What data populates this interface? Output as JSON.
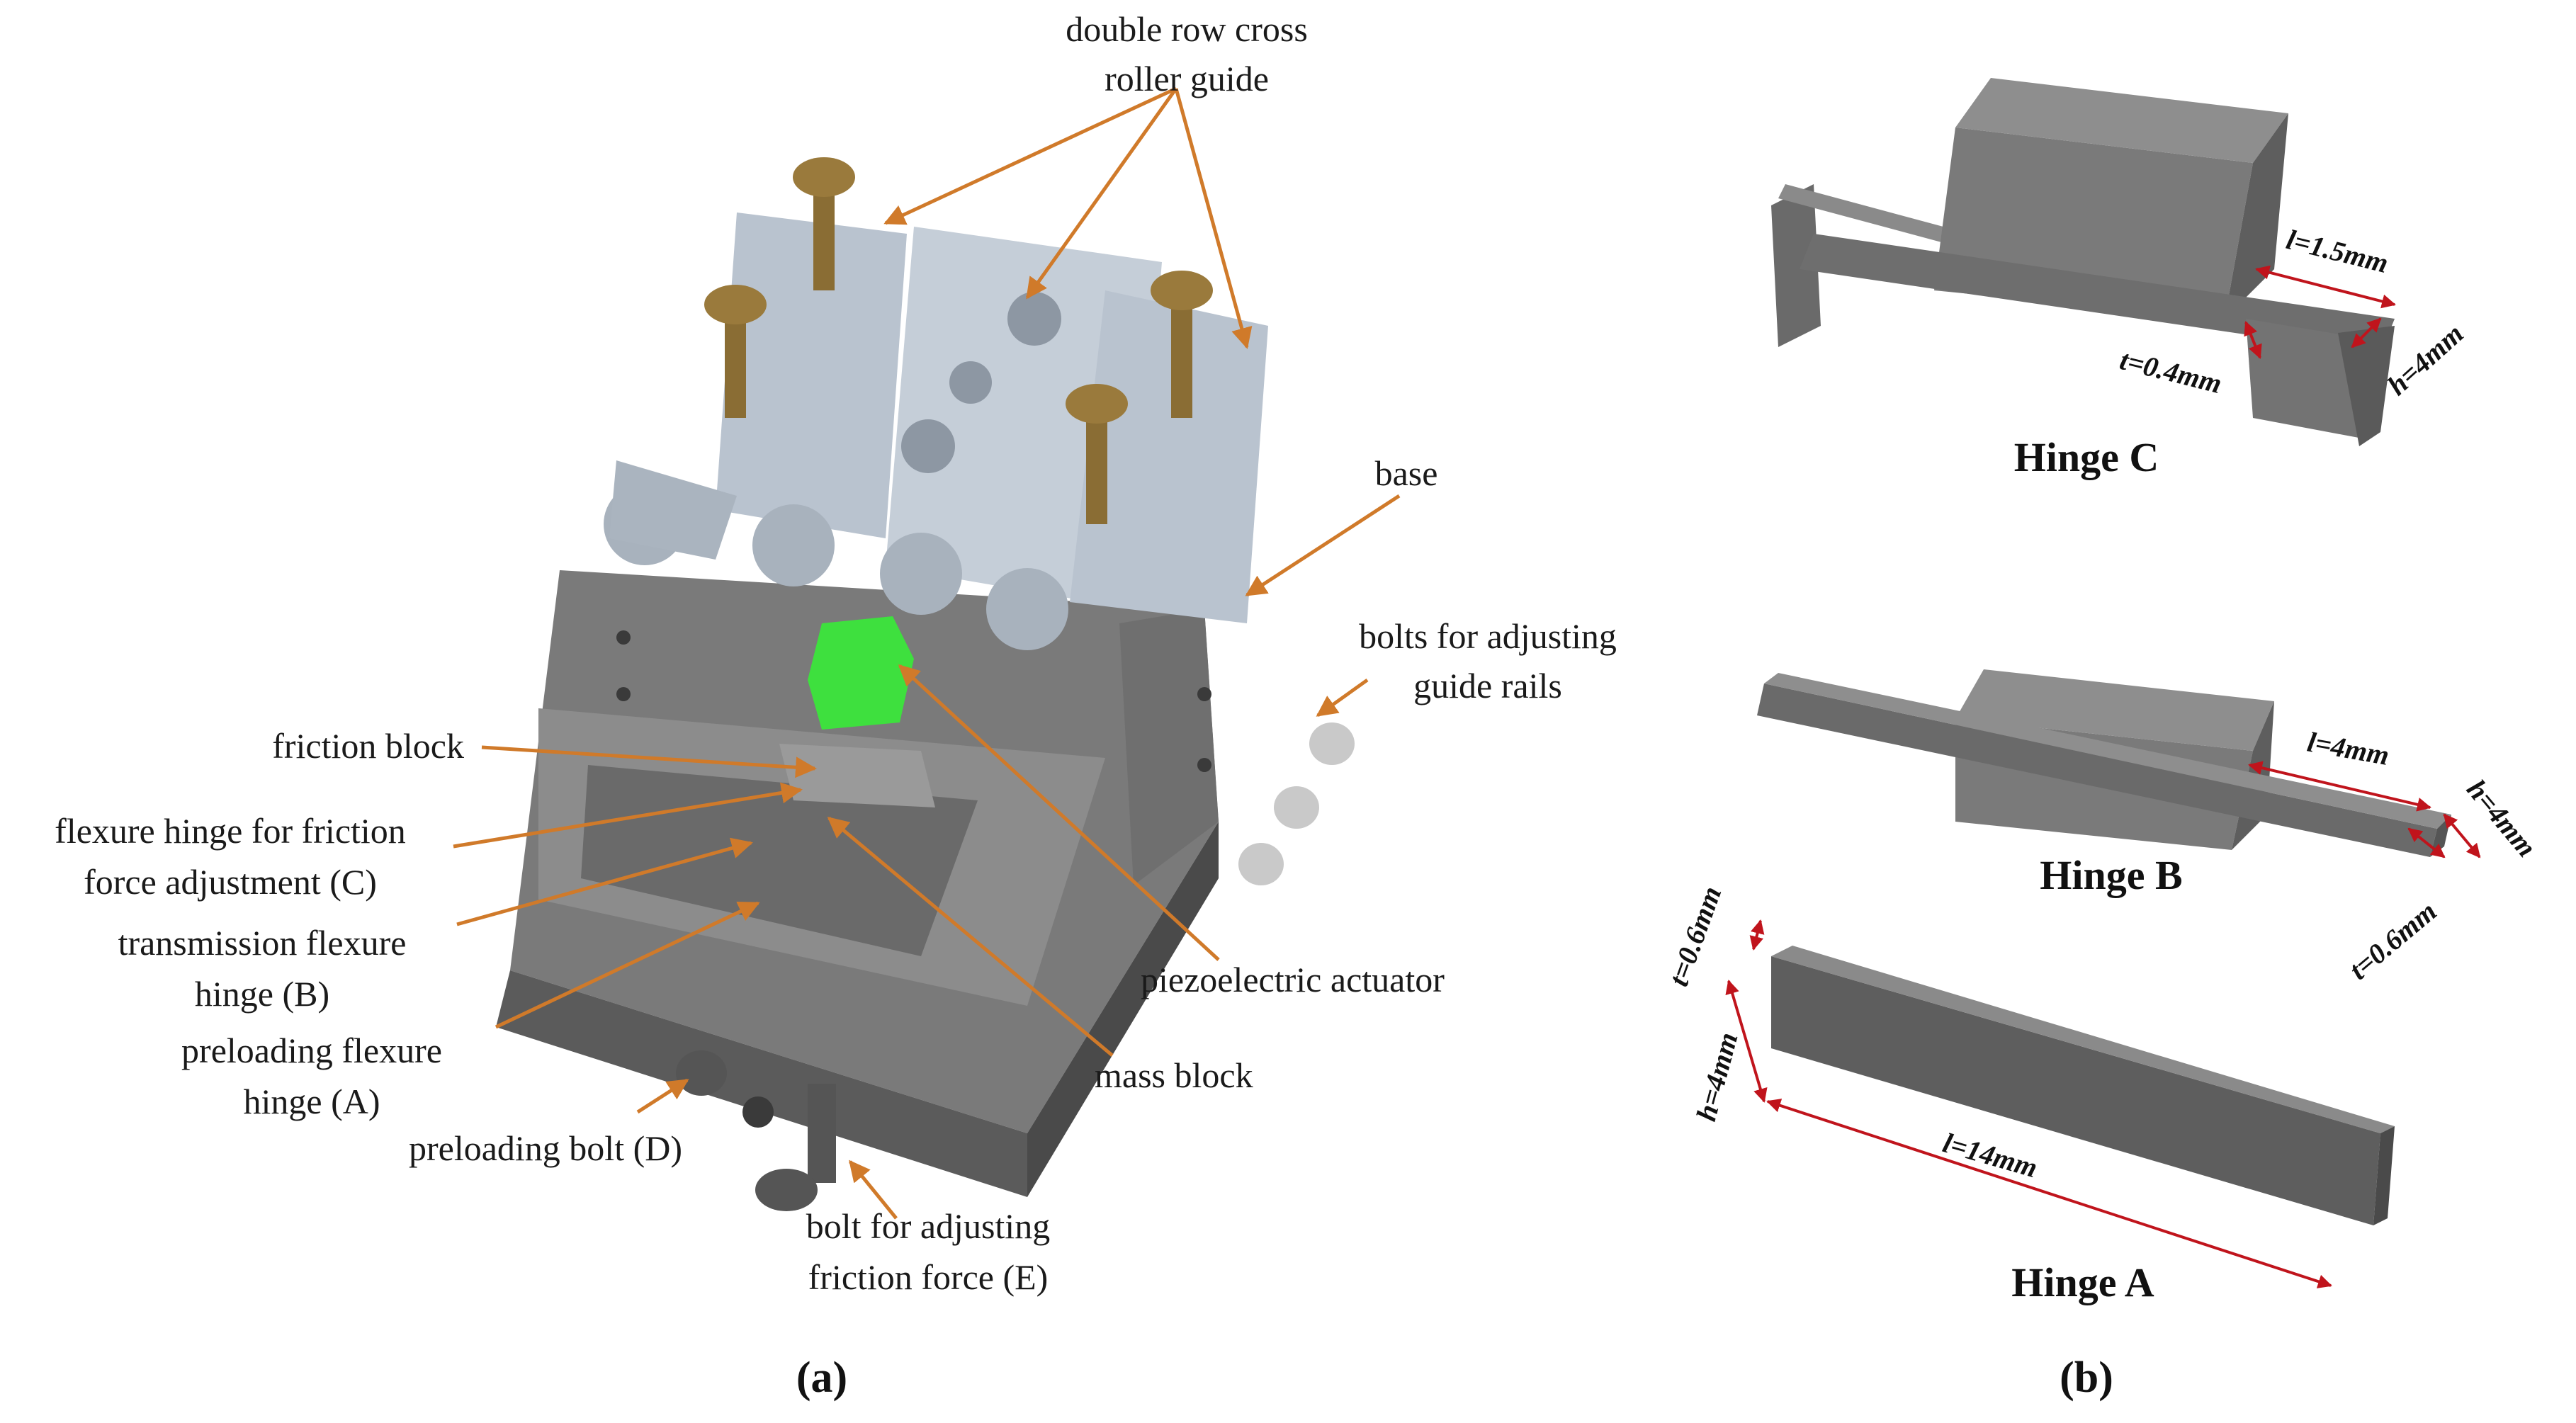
{
  "panel_a": {
    "caption": "(a)",
    "labels": {
      "roller_guide_1": "double row cross",
      "roller_guide_2": "roller guide",
      "base": "base",
      "bolts_guide_1": "bolts for adjusting",
      "bolts_guide_2": "guide rails",
      "friction_block": "friction block",
      "hinge_c_1": "flexure hinge for friction",
      "hinge_c_2": "force adjustment (C)",
      "hinge_b_1": "transmission flexure",
      "hinge_b_2": "hinge (B)",
      "hinge_a_1": "preloading flexure",
      "hinge_a_2": "hinge (A)",
      "preload_bolt": "preloading bolt (D)",
      "bolt_e_1": "bolt for adjusting",
      "bolt_e_2": "friction force (E)",
      "piezo": "piezoelectric actuator",
      "mass": "mass block"
    }
  },
  "panel_b": {
    "caption": "(b)",
    "hinge_c": {
      "name": "Hinge C",
      "l": "l=1.5mm",
      "t": "t=0.4mm",
      "h": "h=4mm"
    },
    "hinge_b": {
      "name": "Hinge B",
      "l": "l=4mm",
      "h": "h=4mm",
      "t": "t=0.6mm"
    },
    "hinge_a": {
      "name": "Hinge A",
      "t": "t=0.6mm",
      "h": "h=4mm",
      "l": "l=14mm"
    }
  },
  "colors": {
    "leader": "#d07a2a",
    "dimension": "#c0141c",
    "base_gray": "#6e6e6e",
    "guide_blue": "#b9c3cf",
    "bolt_brass": "#9a7a3c",
    "actuator_green": "#3ee03e"
  }
}
